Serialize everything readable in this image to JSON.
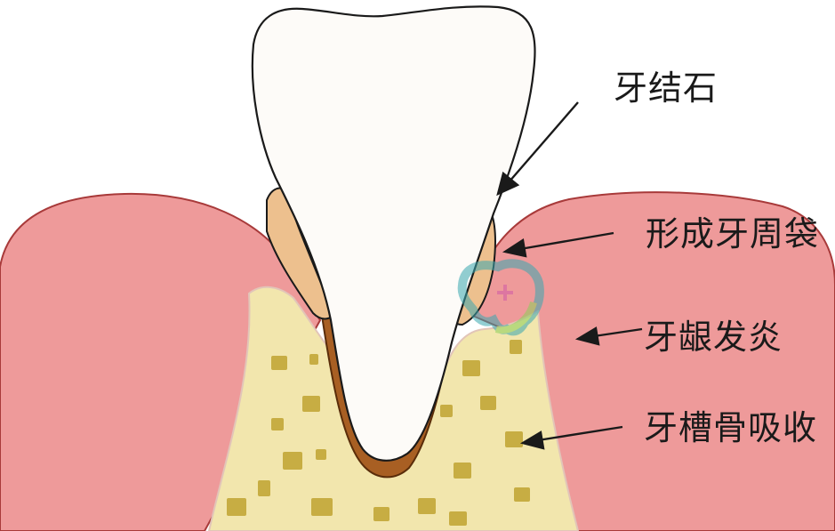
{
  "labels": {
    "calculus": "牙结石",
    "pocket": "形成牙周袋",
    "gingivitis": "牙龈发炎",
    "bone_loss": "牙槽骨吸收"
  },
  "colors": {
    "gum": "#ee9a9a",
    "gum_outline": "#a83a3a",
    "bone": "#f2e6ad",
    "bone_speckle": "#c7ad43",
    "tooth": "#fdfbf8",
    "root_layer": "#a85f23",
    "calculus": "#edc08e",
    "outline": "#1a1a1a"
  },
  "icons": [
    "tooth-logo-icon"
  ]
}
